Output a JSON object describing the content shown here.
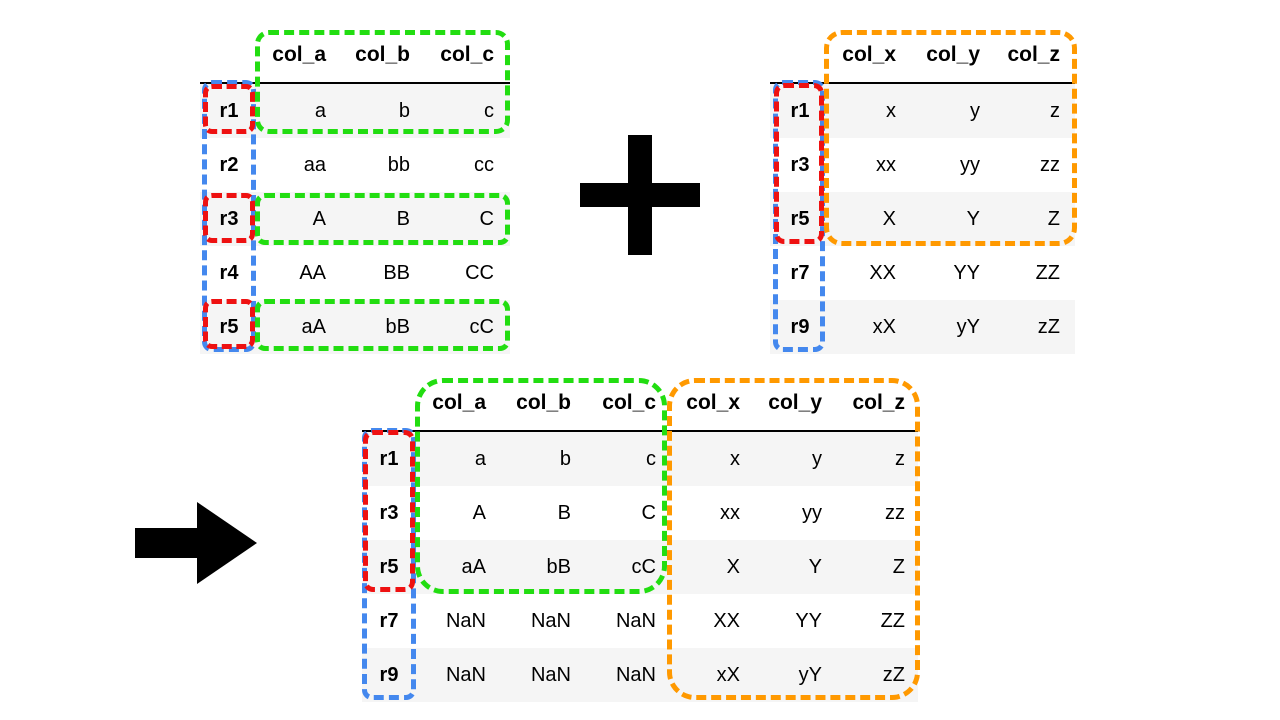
{
  "colors": {
    "green": "#22dd11",
    "red": "#ee1111",
    "blue": "#4488ee",
    "orange": "#ff9900",
    "row_shade": "#f5f5f5"
  },
  "symbols": {
    "plus": "plus-icon",
    "arrow": "arrow-right-icon"
  },
  "left_table": {
    "columns": [
      "col_a",
      "col_b",
      "col_c"
    ],
    "rows": [
      {
        "index": "r1",
        "cells": [
          "a",
          "b",
          "c"
        ]
      },
      {
        "index": "r2",
        "cells": [
          "aa",
          "bb",
          "cc"
        ]
      },
      {
        "index": "r3",
        "cells": [
          "A",
          "B",
          "C"
        ]
      },
      {
        "index": "r4",
        "cells": [
          "AA",
          "BB",
          "CC"
        ]
      },
      {
        "index": "r5",
        "cells": [
          "aA",
          "bB",
          "cC"
        ]
      }
    ]
  },
  "right_table": {
    "columns": [
      "col_x",
      "col_y",
      "col_z"
    ],
    "rows": [
      {
        "index": "r1",
        "cells": [
          "x",
          "y",
          "z"
        ]
      },
      {
        "index": "r3",
        "cells": [
          "xx",
          "yy",
          "zz"
        ]
      },
      {
        "index": "r5",
        "cells": [
          "X",
          "Y",
          "Z"
        ]
      },
      {
        "index": "r7",
        "cells": [
          "XX",
          "YY",
          "ZZ"
        ]
      },
      {
        "index": "r9",
        "cells": [
          "xX",
          "yY",
          "zZ"
        ]
      }
    ]
  },
  "result_table": {
    "columns": [
      "col_a",
      "col_b",
      "col_c",
      "col_x",
      "col_y",
      "col_z"
    ],
    "rows": [
      {
        "index": "r1",
        "cells": [
          "a",
          "b",
          "c",
          "x",
          "y",
          "z"
        ]
      },
      {
        "index": "r3",
        "cells": [
          "A",
          "B",
          "C",
          "xx",
          "yy",
          "zz"
        ]
      },
      {
        "index": "r5",
        "cells": [
          "aA",
          "bB",
          "cC",
          "X",
          "Y",
          "Z"
        ]
      },
      {
        "index": "r7",
        "cells": [
          "NaN",
          "NaN",
          "NaN",
          "XX",
          "YY",
          "ZZ"
        ]
      },
      {
        "index": "r9",
        "cells": [
          "NaN",
          "NaN",
          "NaN",
          "xX",
          "yY",
          "zZ"
        ]
      }
    ]
  }
}
